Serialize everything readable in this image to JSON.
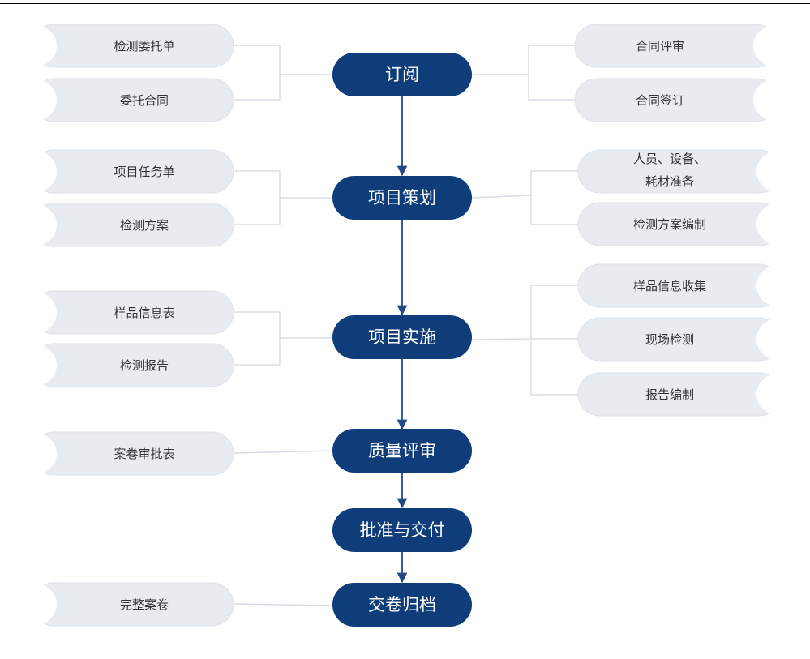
{
  "main_nodes": [
    {
      "label": "订阅"
    },
    {
      "label": "项目策划"
    },
    {
      "label": "项目实施"
    },
    {
      "label": "质量评审"
    },
    {
      "label": "批准与交付"
    },
    {
      "label": "交卷归档"
    }
  ],
  "left_items": [
    {
      "label": "检测委托单"
    },
    {
      "label": "委托合同"
    },
    {
      "label": "项目任务单"
    },
    {
      "label": "检测方案"
    },
    {
      "label": "样品信息表"
    },
    {
      "label": "检测报告"
    },
    {
      "label": "案卷审批表"
    },
    {
      "label": "完整案卷"
    }
  ],
  "right_items": [
    {
      "label": "合同评审"
    },
    {
      "label": "合同签订"
    },
    {
      "lines": [
        "人员、设备、",
        "耗材准备"
      ]
    },
    {
      "label": "检测方案编制"
    },
    {
      "label": "样品信息收集"
    },
    {
      "label": "现场检测"
    },
    {
      "label": "报告编制"
    }
  ],
  "colors": {
    "node_fill": "#0f3d7a",
    "tab_fill": "#e8ecf1",
    "connector": "#d6dde5",
    "flow_arrow": "#1f4a85"
  }
}
